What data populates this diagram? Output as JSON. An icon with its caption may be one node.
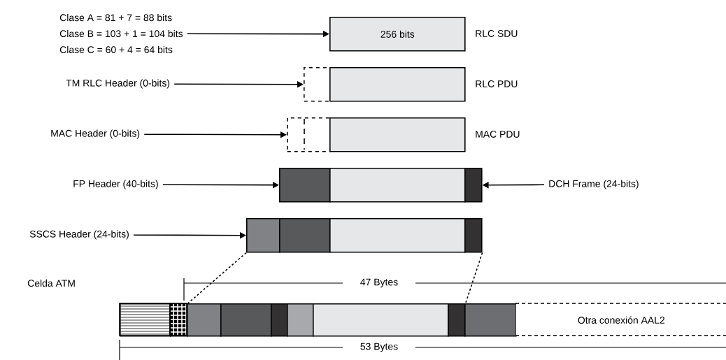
{
  "diagram": {
    "nodes": [
      {
        "text": [
          "Clase A = 81 + 7 =  88 bits",
          "Clase B = 103 + 1 =  104 bits",
          "Clase C = 60 + 4 =  64 bits"
        ]
      },
      {
        "text": [
          "256 bits"
        ],
        "beside": [
          "RLC SDU"
        ]
      },
      {
        "text": [
          "TM RLC Header (0-bits)"
        ]
      },
      {
        "text": [],
        "shape": "box"
      },
      {
        "text": [],
        "shape": "box",
        "beside": [
          "RLC PDU"
        ]
      },
      {
        "text": [
          "MAC Header (0-bits)"
        ]
      },
      {
        "text": [],
        "shape": "box"
      },
      {
        "text": [],
        "shape": "box",
        "beside": [
          "MAC PDU"
        ]
      },
      {
        "text": [
          "FP Header (40-bits)"
        ]
      },
      {
        "text": [],
        "shape": "box"
      },
      {
        "text": [],
        "shape": "box"
      },
      {
        "text": [],
        "shape": "box"
      },
      {
        "text": [
          "DCH Frame (24-bits)"
        ]
      },
      {
        "text": [
          "SSCS Header (24-bits)"
        ]
      },
      {
        "text": [],
        "shape": "box"
      },
      {
        "text": [],
        "shape": "box"
      },
      {
        "text": [],
        "shape": "box"
      },
      {
        "text": [],
        "shape": "box"
      },
      {
        "text": [],
        "shape": "box"
      },
      {
        "text": [],
        "shape": "box"
      },
      {
        "text": [],
        "shape": "box"
      },
      {
        "text": [],
        "shape": "box"
      },
      {
        "text": [],
        "shape": "box"
      },
      {
        "text": [],
        "shape": "box"
      },
      {
        "text": [],
        "shape": "box"
      },
      {
        "text": [],
        "shape": "box"
      },
      {
        "text": [],
        "shape": "box"
      },
      {
        "text": [
          "Otra conexión AAL2"
        ]
      }
    ],
    "edges": [
      {
        "from": 0,
        "to": 1,
        "arrow": "to"
      },
      {
        "from": 2,
        "to": 3,
        "arrow": "to"
      },
      {
        "from": 5,
        "to": 6,
        "arrow": "to"
      },
      {
        "from": 8,
        "to": 9,
        "arrow": "to"
      },
      {
        "from": 12,
        "to": 11,
        "arrow": "to"
      },
      {
        "from": 13,
        "to": 14,
        "arrow": "to"
      },
      {
        "from": 14,
        "to": 19,
        "arrow": "none",
        "style": "dashed"
      },
      {
        "from": 17,
        "to": 25,
        "arrow": "none",
        "style": "dashed"
      }
    ],
    "labels": [
      "Celda ATM",
      "47 Bytes",
      "53 Bytes"
    ]
  }
}
